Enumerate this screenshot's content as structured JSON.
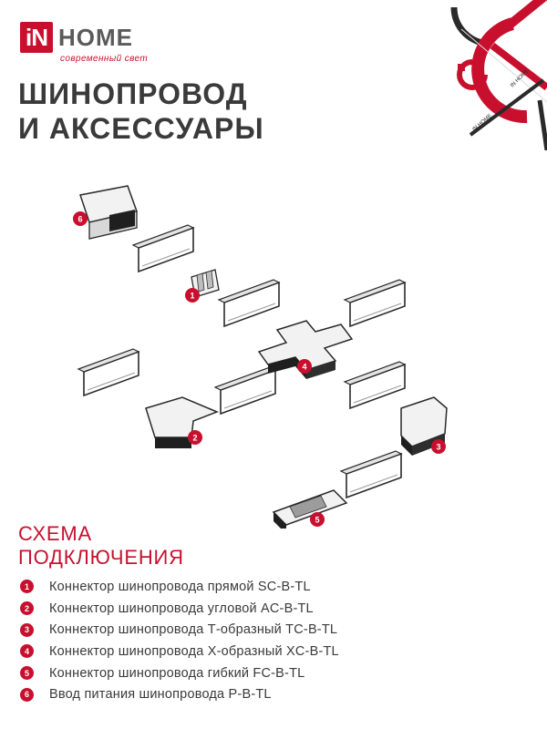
{
  "brand": {
    "in": "iN",
    "home": "HOME",
    "tagline": "современный свет",
    "accent_color": "#c8102e",
    "watermark": "IN HOME"
  },
  "title": {
    "line1": "ШИНОПРОВОД",
    "line2": "И АКСЕССУАРЫ"
  },
  "scheme": {
    "callouts": [
      "1",
      "2",
      "3",
      "4",
      "5",
      "6"
    ]
  },
  "legend": {
    "title_line1": "СХЕМА",
    "title_line2": "ПОДКЛЮЧЕНИЯ",
    "items": [
      {
        "num": "1",
        "text": "Коннектор шинопровода прямой SC-B-TL"
      },
      {
        "num": "2",
        "text": "Коннектор шинопровода угловой AC-B-TL"
      },
      {
        "num": "3",
        "text": "Коннектор шинопровода Т-образный TC-B-TL"
      },
      {
        "num": "4",
        "text": "Коннектор шинопровода Х-образный XC-B-TL"
      },
      {
        "num": "5",
        "text": "Коннектор шинопровода гибкий FC-B-TL"
      },
      {
        "num": "6",
        "text": "Ввод питания шинопровода P-B-TL"
      }
    ]
  }
}
